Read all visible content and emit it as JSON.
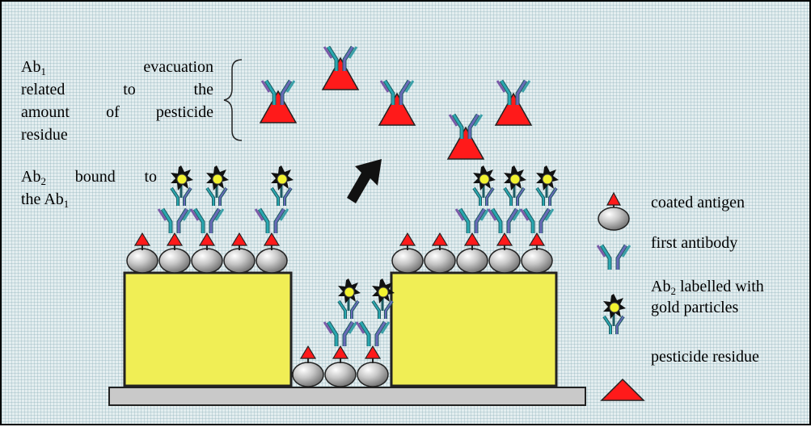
{
  "text": {
    "ab1_line1_word1": "Ab",
    "ab1_line1_sub": "1",
    "ab1_line1_word2": "evacuation",
    "ab1_line2": "related to the",
    "ab1_line3": "amount of pesticide",
    "ab1_line4": "residue",
    "ab2_line1_word1": "Ab",
    "ab2_line1_sub": "2",
    "ab2_line1_rest": "bound to",
    "ab2_line2_word": "the Ab",
    "ab2_line2_sub": "1"
  },
  "legend": {
    "coated_antigen": "coated antigen",
    "first_antibody": "first antibody",
    "ab2_word": "Ab",
    "ab2_sub": "2",
    "ab2_rest": "labelled with",
    "ab2_line2": "gold particles",
    "pesticide_residue": "pesticide residue"
  },
  "colors": {
    "background": "#e4eef0",
    "platform": "#c9c9c9",
    "support_block": "#f0ee55",
    "antigen_bead": "#bdbdbd",
    "pesticide_triangle": "#ff1a1a",
    "antibody_teal": "#2aa8b0",
    "antibody_purple": "#6a6ab8",
    "gold_particle": "#f2f230",
    "arrow": "#111111"
  }
}
